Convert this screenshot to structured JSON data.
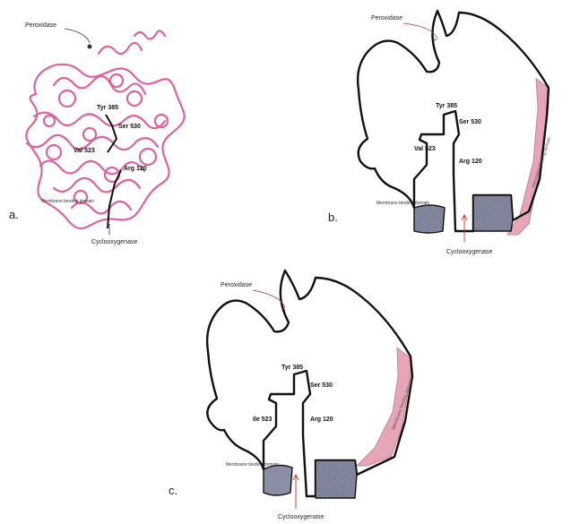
{
  "colors": {
    "ribbon": "#d9569a",
    "outline": "#111111",
    "membrane": "#e7a6b7",
    "pocket_fill": "#8a8fa6",
    "arrow_red": "#c0392b"
  },
  "panels": [
    {
      "letter": "a.",
      "peroxidase": "Peroxidase",
      "cyclooxygenase": "Cyclooxygenase",
      "residues": {
        "tyr": "Tyr 385",
        "ser": "Ser 530",
        "val": "Val 523",
        "arg": "Arg 120"
      },
      "pocket_label": "Membrane binding domain"
    },
    {
      "letter": "b.",
      "peroxidase": "Peroxidase",
      "cyclooxygenase": "Cyclooxygenase",
      "residues": {
        "tyr": "Tyr 385",
        "ser": "Ser 530",
        "val": "Val 523",
        "arg": "Arg 120"
      },
      "pocket_label": "Membrane binding domain",
      "membrane_label": "Membrane binding domain"
    },
    {
      "letter": "c.",
      "peroxidase": "Peroxidase",
      "cyclooxygenase": "Cyclooxygenase",
      "residues": {
        "tyr": "Tyr 385",
        "ser": "Ser 530",
        "val": "Ile 523",
        "arg": "Arg 120"
      },
      "pocket_label": "Membrane binding domain",
      "membrane_label": "Membrane binding domain"
    }
  ]
}
